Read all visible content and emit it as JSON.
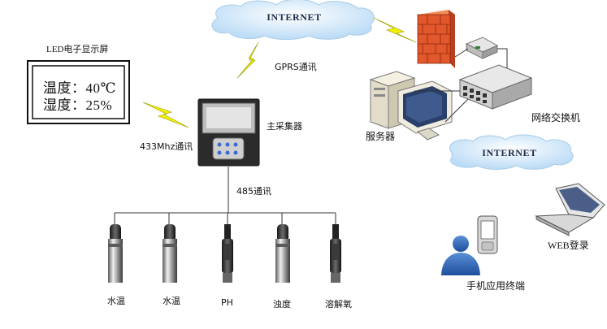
{
  "internet_top": {
    "label": "INTERNET"
  },
  "internet_mid": {
    "label": "INTERNET"
  },
  "led": {
    "title": "LED电子显示屏",
    "line1": "温度：40℃",
    "line2": "湿度：25%"
  },
  "links": {
    "gprs": "GPRS通讯",
    "radio_433": "433Mhz通讯",
    "rs485": "485通讯"
  },
  "collector": {
    "label": "主采集器"
  },
  "server": {
    "label": "服务器"
  },
  "switch": {
    "label": "网络交换机"
  },
  "web": {
    "label": "WEB登录"
  },
  "mobile": {
    "label": "手机应用终端"
  },
  "sensors": [
    {
      "label": "水温",
      "kind": "probe"
    },
    {
      "label": "水温",
      "kind": "probe"
    },
    {
      "label": "PH",
      "kind": "electrode"
    },
    {
      "label": "浊度",
      "kind": "probe"
    },
    {
      "label": "溶解氧",
      "kind": "electrode"
    }
  ],
  "colors": {
    "lightning": "#f2f000",
    "cloud": "#d6eafb",
    "firewall": "#e2572b",
    "line": "#222222"
  }
}
